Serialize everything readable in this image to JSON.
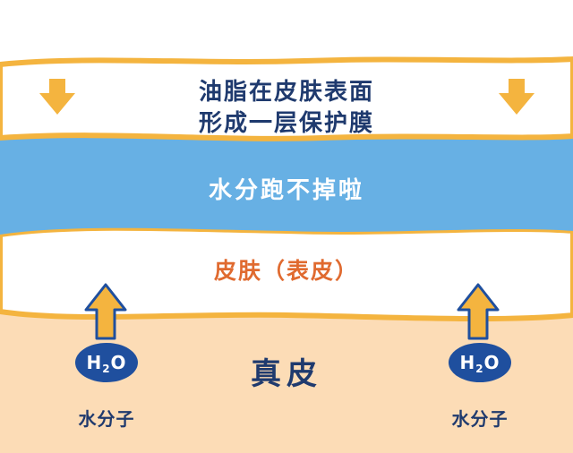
{
  "colors": {
    "oil_band": "#ffffff",
    "band_outline": "#f4b43f",
    "water_band": "#67b0e4",
    "dermis": "#fcdcb6",
    "arrow_fill": "#f4b43f",
    "molecule": "#1f4f9e",
    "text_dark": "#1f3a6e",
    "text_orange": "#e06a2f"
  },
  "labels": {
    "oil_line1": "油脂在皮肤表面",
    "oil_line2": "形成一层保护膜",
    "water_layer": "水分跑不掉啦",
    "skin_layer": "皮肤（表皮）",
    "dermis": "真皮"
  },
  "molecules": [
    {
      "symbol": "H",
      "subscript": "2",
      "symbol2": "O",
      "caption": "水分子"
    },
    {
      "symbol": "H",
      "subscript": "2",
      "symbol2": "O",
      "caption": "水分子"
    }
  ],
  "icons": {
    "down_arrows": [
      "down-arrow-icon",
      "down-arrow-icon"
    ],
    "up_arrows": [
      "up-arrow-icon",
      "up-arrow-icon"
    ]
  }
}
